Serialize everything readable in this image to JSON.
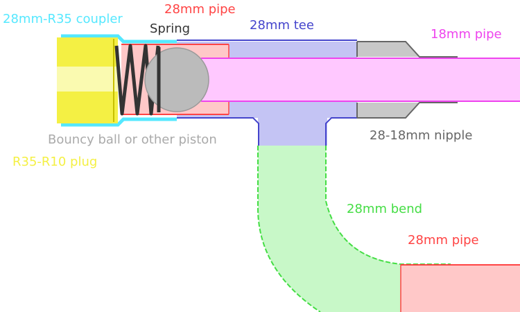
{
  "labels": {
    "coupler": "28mm-R35 coupler",
    "pipe_top": "28mm pipe",
    "spring": "Spring",
    "tee": "28mm tee",
    "pipe_18": "18mm pipe",
    "ball": "Bouncy ball or other piston",
    "nipple": "28-18mm nipple",
    "plug": "R35-R10 plug",
    "bend": "28mm bend",
    "pipe_bottom": "28mm pipe"
  },
  "colors": {
    "coupler": "#55e8ff",
    "pipe": "#ff4444",
    "pipe_fill": "#ffc8c8",
    "spring": "#333333",
    "tee": "#4444cc",
    "tee_fill": "#c4c4f4",
    "pipe_18": "#ee44ee",
    "pipe_18_fill": "#ffc8ff",
    "ball": "#aaaaaa",
    "nipple": "#666666",
    "nipple_fill": "#c8c8c8",
    "plug": "#f4f044",
    "bend": "#44dd44",
    "bend_fill": "#c8f8c8"
  }
}
